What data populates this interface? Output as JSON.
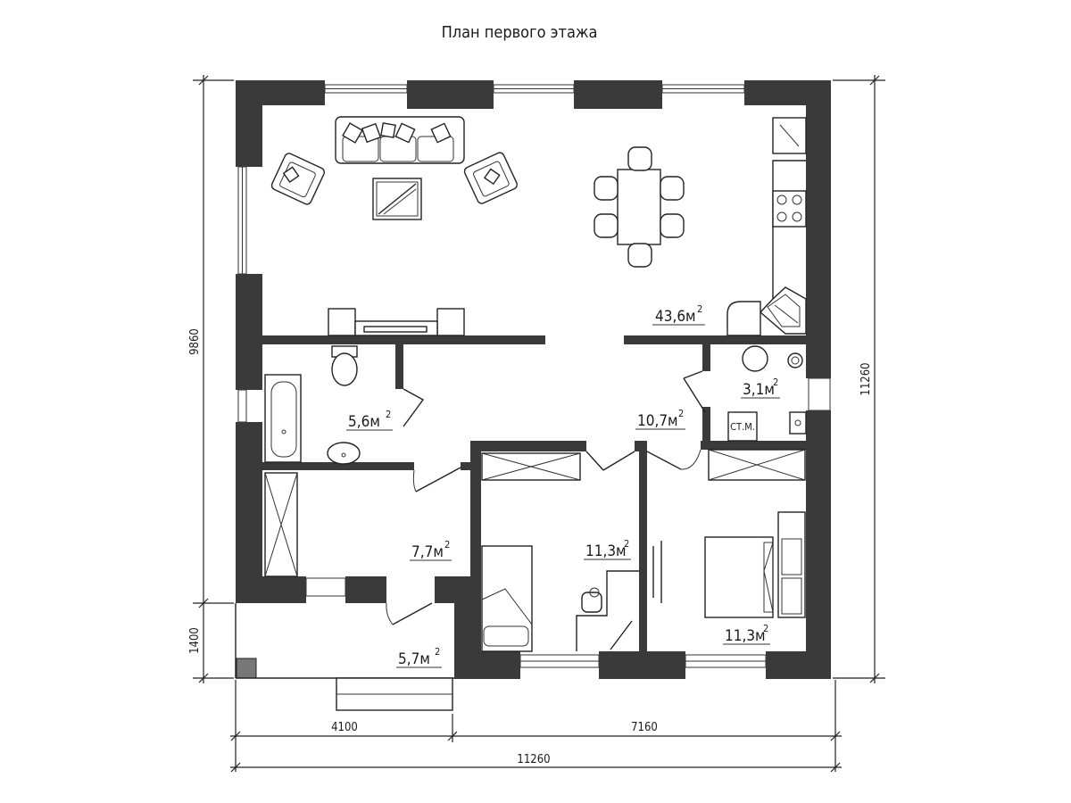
{
  "title": "План первого этажа",
  "rooms": {
    "living": "43,6м",
    "bathroom": "5,6м",
    "hall": "10,7м",
    "boiler": "3,1м",
    "entry": "7,7м",
    "bedroom_left": "11,3м",
    "bedroom_right": "11,3м",
    "porch": "5,7м",
    "superscript": "2"
  },
  "labels": {
    "washer": "СТ.М."
  },
  "dimensions": {
    "bottom_left": "4100",
    "bottom_right": "7160",
    "bottom_total": "11260",
    "left_main": "9860",
    "left_porch": "1400",
    "right_total": "11260"
  },
  "colors": {
    "wall": "#3a3a3a",
    "line": "#222222",
    "background": "#ffffff"
  }
}
